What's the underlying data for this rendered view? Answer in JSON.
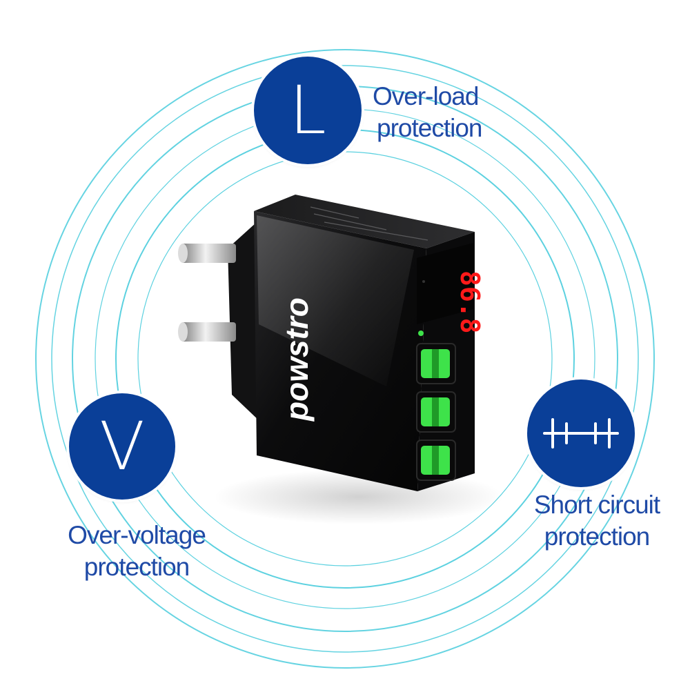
{
  "colors": {
    "badge": "#0a3f98",
    "badge_ring": "#ffffff",
    "label_text": "#1f4aa6",
    "rings": "#35c6d8",
    "charger_body": "#0b0b0c",
    "usb_green": "#3ee24a",
    "display_red": "#ff1a1a"
  },
  "features": {
    "overload": {
      "icon": "letter-l",
      "letter": "L",
      "line1": "Over-load",
      "line2": "protection"
    },
    "overvoltage": {
      "icon": "letter-v",
      "letter": "V",
      "line1": "Over-voltage",
      "line2": "protection"
    },
    "short_circuit": {
      "icon": "short-circuit-symbol",
      "line1": "Short circuit",
      "line2": "protection"
    }
  },
  "product": {
    "brand": "powstro",
    "display_reading": "86.8",
    "usb_port_count": 3
  }
}
